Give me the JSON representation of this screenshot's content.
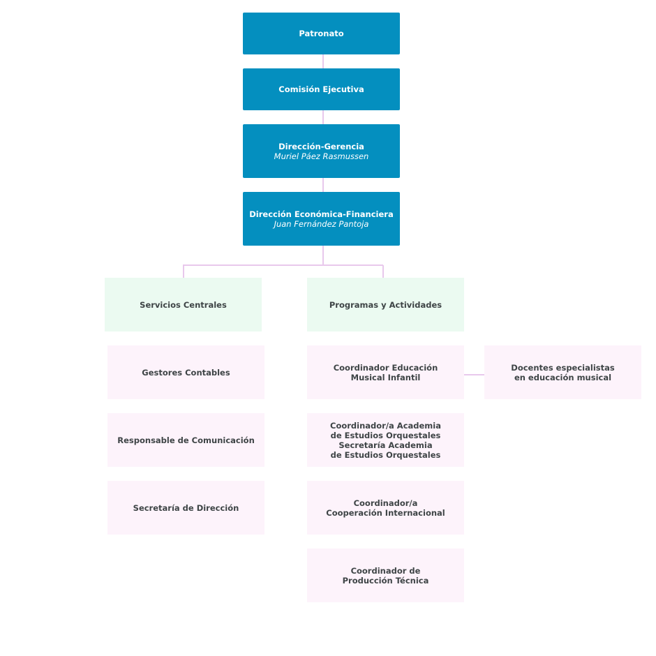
{
  "colors": {
    "top_box": "#048fbf",
    "group_box": "#ebfaf1",
    "unit_box": "#fdf3fb",
    "connector": "#e8c8ec",
    "text_dark": "#3e4446",
    "text_light": "#ffffff"
  },
  "levels": {
    "patronato": {
      "title": "Patronato"
    },
    "comision": {
      "title": "Comisión Ejecutiva"
    },
    "direccion_gerencia": {
      "title": "Dirección-Gerencia",
      "person": "Muriel Páez Rasmussen"
    },
    "direccion_economica": {
      "title": "Dirección Económica-Financiera",
      "person": "Juan Fernández Pantoja"
    }
  },
  "groups": {
    "servicios": {
      "title": "Servicios Centrales",
      "units": [
        {
          "title": "Gestores Contables"
        },
        {
          "title": "Responsable de Comunicación"
        },
        {
          "title": "Secretaría de Dirección"
        }
      ]
    },
    "programas": {
      "title": "Programas y Actividades",
      "units": {
        "educacion": {
          "line1": "Coordinador Educación",
          "line2": "Musical Infantil"
        },
        "academia": {
          "line1": "Coordinador/a Academia",
          "line2": "de Estudios Orquestales",
          "line3": "Secretaría Academia",
          "line4": "de Estudios Orquestales"
        },
        "cooperacion": {
          "line1": "Coordinador/a",
          "line2": "Cooperación Internacional"
        },
        "produccion": {
          "line1": "Coordinador de",
          "line2": "Producción Técnica"
        }
      }
    }
  },
  "docentes": {
    "line1": "Docentes especialistas",
    "line2": "en educación musical"
  }
}
